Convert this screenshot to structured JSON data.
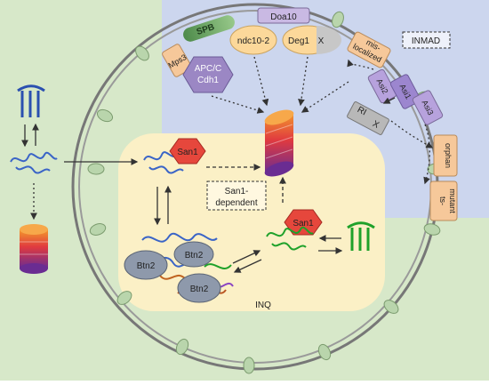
{
  "labels": {
    "spb": "SPB",
    "doa10": "Doa10",
    "mps3": "Mps3",
    "ndc10": "ndc10-2",
    "deg1": "Deg1",
    "x_deg1": "X",
    "apc_line1": "APC/C",
    "apc_line2": "Cdh1",
    "mislocalized_line1": "mis-",
    "mislocalized_line2": "localized",
    "inmad": "INMAD",
    "asi2": "Asi2",
    "asi1": "Asi1",
    "asi3": "Asi3",
    "ri": "RI",
    "x_ri": "X",
    "orphan": "orphan",
    "ts_line1": "ts-",
    "ts_line2": "mutant",
    "san1_top": "San1",
    "san1dep_line1": "San1-",
    "san1dep_line2": "dependent",
    "san1_bottom": "San1",
    "btn2_a": "Btn2",
    "btn2_b": "Btn2",
    "btn2_c": "Btn2",
    "inq": "INQ"
  },
  "colors": {
    "cytoplasm": "#d7e8c9",
    "nucleoplasm_blue": "#ccd6ee",
    "nucleolus": "#fbf0c6",
    "envelope": "#7c7c7c",
    "misfolded_blue": "#3a64c7",
    "refold_green": "#1fa12a",
    "san1_red": "#e6473c",
    "btn2_gray": "#8e99ab",
    "peach_box": "#f6c89a",
    "asi_purple": "#b7a2dd",
    "apc_purple": "#9b87c4",
    "ri_gray": "#b8b8b8"
  }
}
